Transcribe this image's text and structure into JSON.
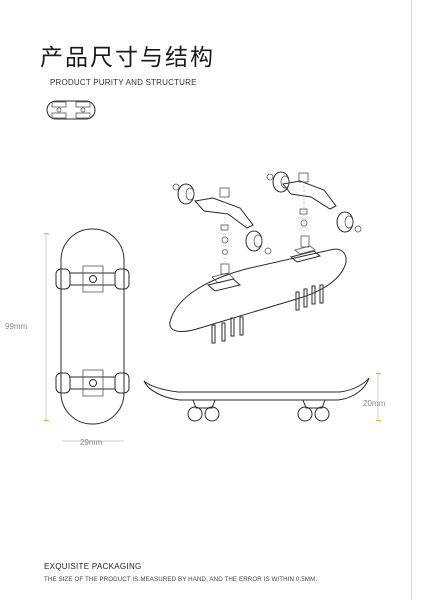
{
  "heading": {
    "title": "产品尺寸与结构",
    "subtitle": "PRODUCT PURITY AND STRUCTURE"
  },
  "dimensions": {
    "length": "99mm",
    "width": "29mm",
    "height": "20mm"
  },
  "footer": {
    "heading": "EXQUISITE PACKAGING",
    "note": "THE SIZE OF THE PRODUCT IS MEASURED BY HAND, AND THE ERROR IS WITHIN 0.5MM."
  }
}
